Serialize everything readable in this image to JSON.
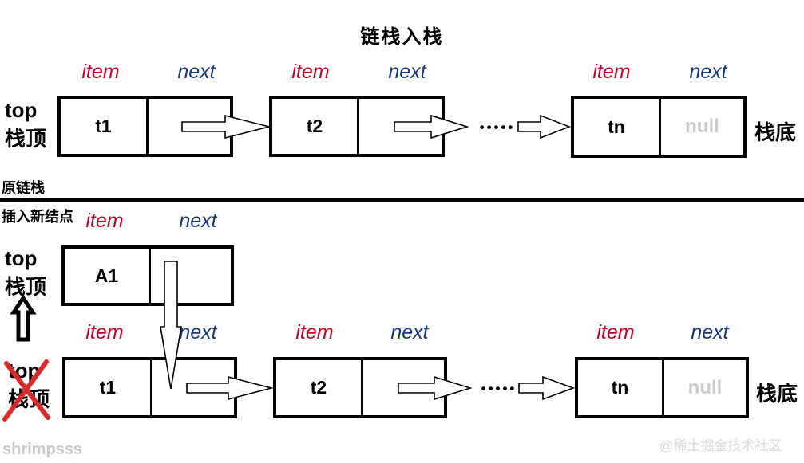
{
  "title": "链栈入栈",
  "labels": {
    "item": "item",
    "next": "next",
    "top": "top",
    "stack_top": "栈顶",
    "stack_bottom": "栈底",
    "dots": "•••••"
  },
  "divider": {
    "above_label": "原链栈",
    "below_label": "插入新结点"
  },
  "top_list": {
    "node1": "t1",
    "node2": "t2",
    "node3": "tn",
    "node3_next": "null"
  },
  "new_node": {
    "value": "A1"
  },
  "bottom_list": {
    "node1": "t1",
    "node2": "t2",
    "node3": "tn",
    "node3_next": "null"
  },
  "watermarks": {
    "left": "shrimpsss",
    "right": "@稀土掘金技术社区"
  },
  "colors": {
    "item_label": "#c00021",
    "next_label": "#17367b",
    "null_text": "#cbcbcb",
    "cross": "#d92b2b",
    "ink": "#000000"
  }
}
